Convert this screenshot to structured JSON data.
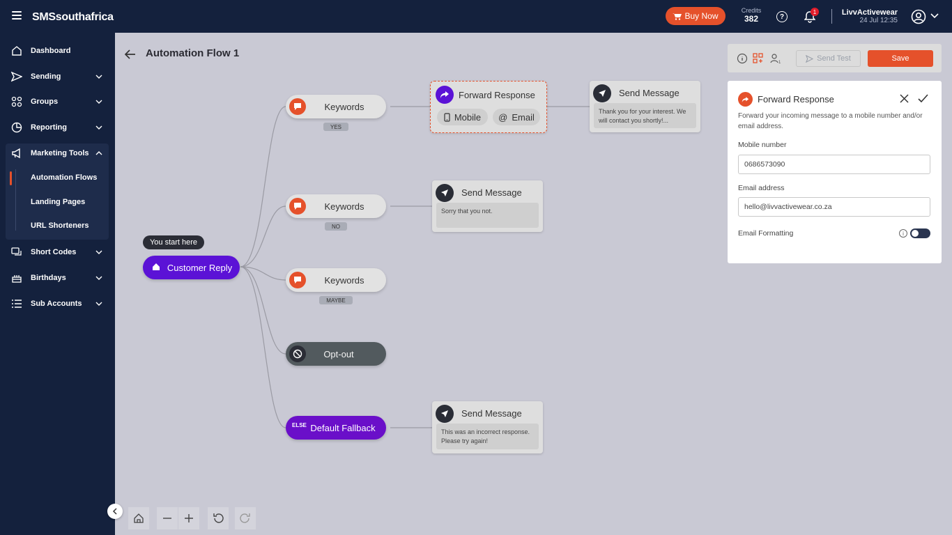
{
  "header": {
    "brand": "SMSsouthafrica",
    "buy_now": "Buy Now",
    "credits_label": "Credits",
    "credits_value": "382",
    "notification_count": "1",
    "user_name": "LivvActivewear",
    "user_date": "24 Jul 12:35"
  },
  "sidebar": {
    "items": [
      {
        "label": "Dashboard",
        "icon": "home-icon"
      },
      {
        "label": "Sending",
        "icon": "send-icon"
      },
      {
        "label": "Groups",
        "icon": "groups-icon"
      },
      {
        "label": "Reporting",
        "icon": "chart-icon"
      },
      {
        "label": "Marketing Tools",
        "icon": "megaphone-icon"
      },
      {
        "label": "Short Codes",
        "icon": "chat-icon"
      },
      {
        "label": "Birthdays",
        "icon": "cake-icon"
      },
      {
        "label": "Sub Accounts",
        "icon": "list-icon"
      }
    ],
    "sub_items": [
      "Automation Flows",
      "Landing Pages",
      "URL Shorteners"
    ]
  },
  "page": {
    "title": "Automation Flow 1"
  },
  "flow": {
    "start_tooltip": "You start here",
    "start_node": "Customer Reply",
    "keywords": [
      {
        "label": "Keywords",
        "tag": "YES"
      },
      {
        "label": "Keywords",
        "tag": "NO"
      },
      {
        "label": "Keywords",
        "tag": "MAYBE"
      }
    ],
    "optout": "Opt-out",
    "fallback_tag": "ELSE",
    "fallback": "Default Fallback",
    "forward_node": {
      "title": "Forward Response",
      "mobile_chip": "Mobile",
      "email_chip": "Email"
    },
    "messages": [
      {
        "title": "Send Message",
        "body": "Thank you for your interest. We will contact you shortly!..."
      },
      {
        "title": "Send Message",
        "body": "Sorry that you not."
      },
      {
        "title": "Send Message",
        "body": "This was an incorrect response. Please try again!"
      }
    ]
  },
  "toolbar": {
    "send_test": "Send Test",
    "save": "Save"
  },
  "panel": {
    "title": "Forward Response",
    "description": "Forward your incoming message to a mobile number and/or email address.",
    "mobile_label": "Mobile number",
    "mobile_value": "0686573090",
    "email_label": "Email address",
    "email_value": "hello@livvactivewear.co.za",
    "formatting_label": "Email Formatting",
    "formatting_on": false
  },
  "colors": {
    "navy": "#14213d",
    "accent": "#e5512b",
    "purple": "#5b12d6",
    "canvas": "#c9c9d4"
  }
}
